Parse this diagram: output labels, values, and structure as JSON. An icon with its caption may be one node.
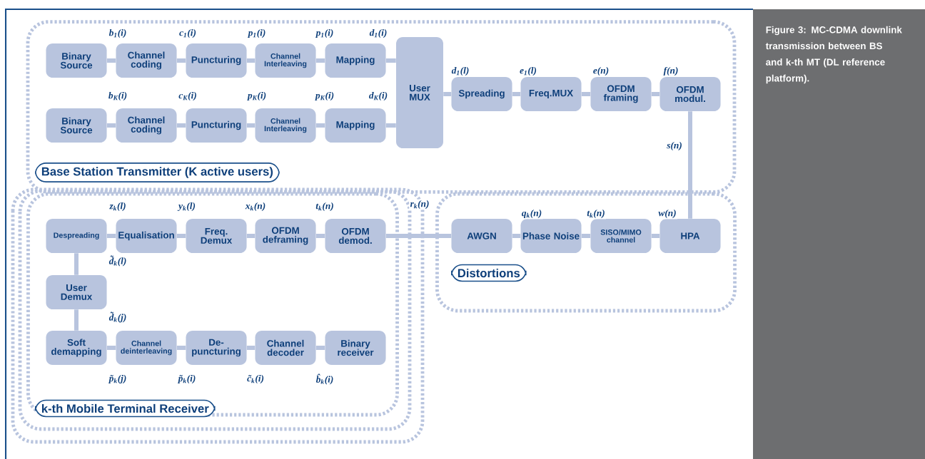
{
  "diagram": {
    "caption": "Figure 3: MC-CDMA downlink transmission between BS and k-th MT (DL reference platform).",
    "nodes": [
      {
        "text": [
          "Base Station Transmitter (K active users)"
        ]
      },
      {
        "text": [
          "Binary Source"
        ],
        "in": 0
      },
      {
        "text": [
          "Channel coding"
        ],
        "in": 0
      },
      {
        "text": [
          "Puncturing"
        ],
        "in": 0
      },
      {
        "text": [
          "Channel Interleaving"
        ],
        "in": 0
      },
      {
        "text": [
          "Mapping"
        ],
        "in": 0
      },
      {
        "text": [
          "Binary Source"
        ],
        "in": 0
      },
      {
        "text": [
          "Channel coding"
        ],
        "in": 0
      },
      {
        "text": [
          "Puncturing"
        ],
        "in": 0
      },
      {
        "text": [
          "Channel Interleaving"
        ],
        "in": 0
      },
      {
        "text": [
          "Mapping"
        ],
        "in": 0
      },
      {
        "text": [
          "User MUX"
        ],
        "in": 0
      },
      {
        "text": [
          "Spreading"
        ],
        "in": 0
      },
      {
        "text": [
          "Freq.MUX"
        ],
        "in": 0
      },
      {
        "text": [
          "OFDM framing"
        ],
        "in": 0
      },
      {
        "text": [
          "OFDM modul."
        ],
        "in": 0
      },
      {
        "text": [
          "k-th Mobile Terminal Receiver"
        ]
      },
      {
        "text": [
          "Despreading"
        ],
        "in": 16
      },
      {
        "text": [
          "Equalisation"
        ],
        "in": 16
      },
      {
        "text": [
          "Freq. Demux"
        ],
        "in": 16
      },
      {
        "text": [
          "OFDM deframing"
        ],
        "in": 16
      },
      {
        "text": [
          "OFDM demod."
        ],
        "in": 16
      },
      {
        "text": [
          "User Demux"
        ],
        "in": 16
      },
      {
        "text": [
          "Soft demapping"
        ],
        "in": 16
      },
      {
        "text": [
          "Channel deinterleaving"
        ],
        "in": 16
      },
      {
        "text": [
          "De-puncturing"
        ],
        "in": 16
      },
      {
        "text": [
          "Channel decoder"
        ],
        "in": 16
      },
      {
        "text": [
          "Binary receiver"
        ],
        "in": 16
      },
      {
        "text": [
          "Distortions"
        ]
      },
      {
        "text": [
          "AWGN"
        ],
        "in": 28
      },
      {
        "text": [
          "Phase Noise"
        ],
        "in": 28
      },
      {
        "text": [
          "SISO/MIMO channel"
        ],
        "in": 28
      },
      {
        "text": [
          "HPA"
        ],
        "in": 28
      }
    ],
    "edges": [
      {
        "from": 1,
        "to": 2,
        "arrow": "none",
        "label": "b$_{1}$(i)"
      },
      {
        "from": 2,
        "to": 3,
        "arrow": "none",
        "label": "c$_{1}$(i)"
      },
      {
        "from": 3,
        "to": 4,
        "arrow": "none",
        "label": "p$_{1}$(i)"
      },
      {
        "from": 4,
        "to": 5,
        "arrow": "none",
        "label": "p$_{1}$(i)"
      },
      {
        "from": 5,
        "to": 11,
        "arrow": "none",
        "label": "d$_{1}$(i)"
      },
      {
        "from": 6,
        "to": 7,
        "arrow": "none",
        "label": "b$_{K}$(i)"
      },
      {
        "from": 7,
        "to": 8,
        "arrow": "none",
        "label": "c$_{K}$(i)"
      },
      {
        "from": 8,
        "to": 9,
        "arrow": "none",
        "label": "p$_{K}$(i)"
      },
      {
        "from": 9,
        "to": 10,
        "arrow": "none",
        "label": "p$_{K}$(i)"
      },
      {
        "from": 10,
        "to": 11,
        "arrow": "none",
        "label": "d$_{K}$(i)"
      },
      {
        "from": 11,
        "to": 12,
        "arrow": "none",
        "label": "d$_{1}$(l)"
      },
      {
        "from": 12,
        "to": 13,
        "arrow": "none",
        "label": "e$_{1}$(l)"
      },
      {
        "from": 13,
        "to": 14,
        "arrow": "none",
        "label": "e(n)"
      },
      {
        "from": 14,
        "to": 15,
        "arrow": "none",
        "label": "f(n)"
      },
      {
        "from": 15,
        "to": 32,
        "arrow": "none",
        "label": "s(n)"
      },
      {
        "from": 32,
        "to": 31,
        "arrow": "none",
        "label": "w(n)"
      },
      {
        "from": 31,
        "to": 30,
        "arrow": "none",
        "label": "t$_{k}$(n)"
      },
      {
        "from": 30,
        "to": 29,
        "arrow": "none",
        "label": "q$_{k}$(n)"
      },
      {
        "from": 29,
        "to": 21,
        "arrow": "none",
        "label": "r$_{k}$(n)"
      },
      {
        "from": 21,
        "to": 20,
        "arrow": "none",
        "label": "t$_{k}$(n)"
      },
      {
        "from": 20,
        "to": 19,
        "arrow": "none",
        "label": "x$_{k}$(n)"
      },
      {
        "from": 19,
        "to": 18,
        "arrow": "none",
        "label": "y$_{k}$(l)"
      },
      {
        "from": 18,
        "to": 17,
        "arrow": "none",
        "label": "z$_{k}$(l)"
      },
      {
        "from": 17,
        "to": 22,
        "arrow": "none",
        "label": "d̃$_{k}$(l)"
      },
      {
        "from": 22,
        "to": 23,
        "arrow": "none",
        "label": "d̃$_{k}$(j)"
      },
      {
        "from": 23,
        "to": 24,
        "arrow": "none",
        "label": "p̃$_{k}$(j)"
      },
      {
        "from": 24,
        "to": 25,
        "arrow": "none",
        "label": "p̃$_{k}$(i)"
      },
      {
        "from": 25,
        "to": 26,
        "arrow": "none",
        "label": "c̃$_{k}$(i)"
      },
      {
        "from": 26,
        "to": 27,
        "arrow": "none",
        "label": "b̂$_{k}$(i)"
      }
    ]
  }
}
